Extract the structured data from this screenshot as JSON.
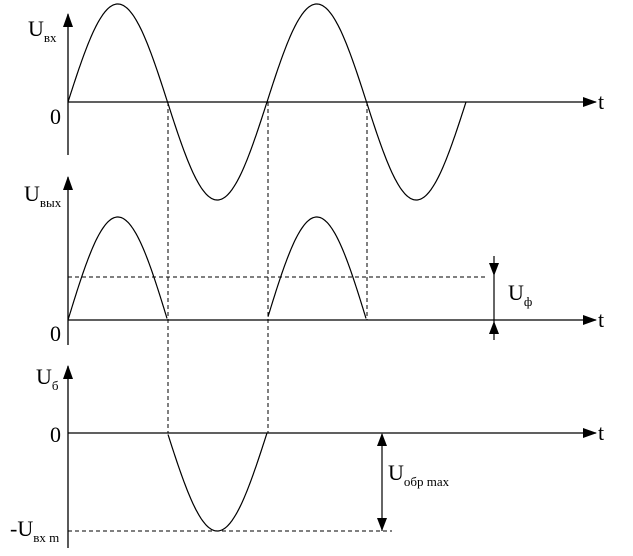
{
  "colors": {
    "stroke": "#000000",
    "background": "#ffffff"
  },
  "graphs": {
    "input": {
      "symbol": "U",
      "subscript": "вх",
      "zero": "0",
      "axis": "t"
    },
    "output": {
      "symbol": "U",
      "subscript": "вых",
      "zero": "0",
      "axis": "t",
      "ripple_symbol": "U",
      "ripple_subscript": "ф"
    },
    "diode": {
      "symbol": "U",
      "subscript": "б",
      "zero": "0",
      "axis": "t",
      "min_prefix": "-U",
      "min_subscript": "вх m",
      "rev_symbol": "U",
      "rev_subscript": "обр max"
    }
  },
  "waveforms": {
    "input": {
      "type": "sine",
      "half_periods_shown": 4,
      "last_half_trailing": "partial"
    },
    "output": {
      "type": "half-wave rectified",
      "positive_half_waves": 2
    },
    "diode": {
      "type": "negative half-wave",
      "negative_half_waves": 1
    }
  }
}
